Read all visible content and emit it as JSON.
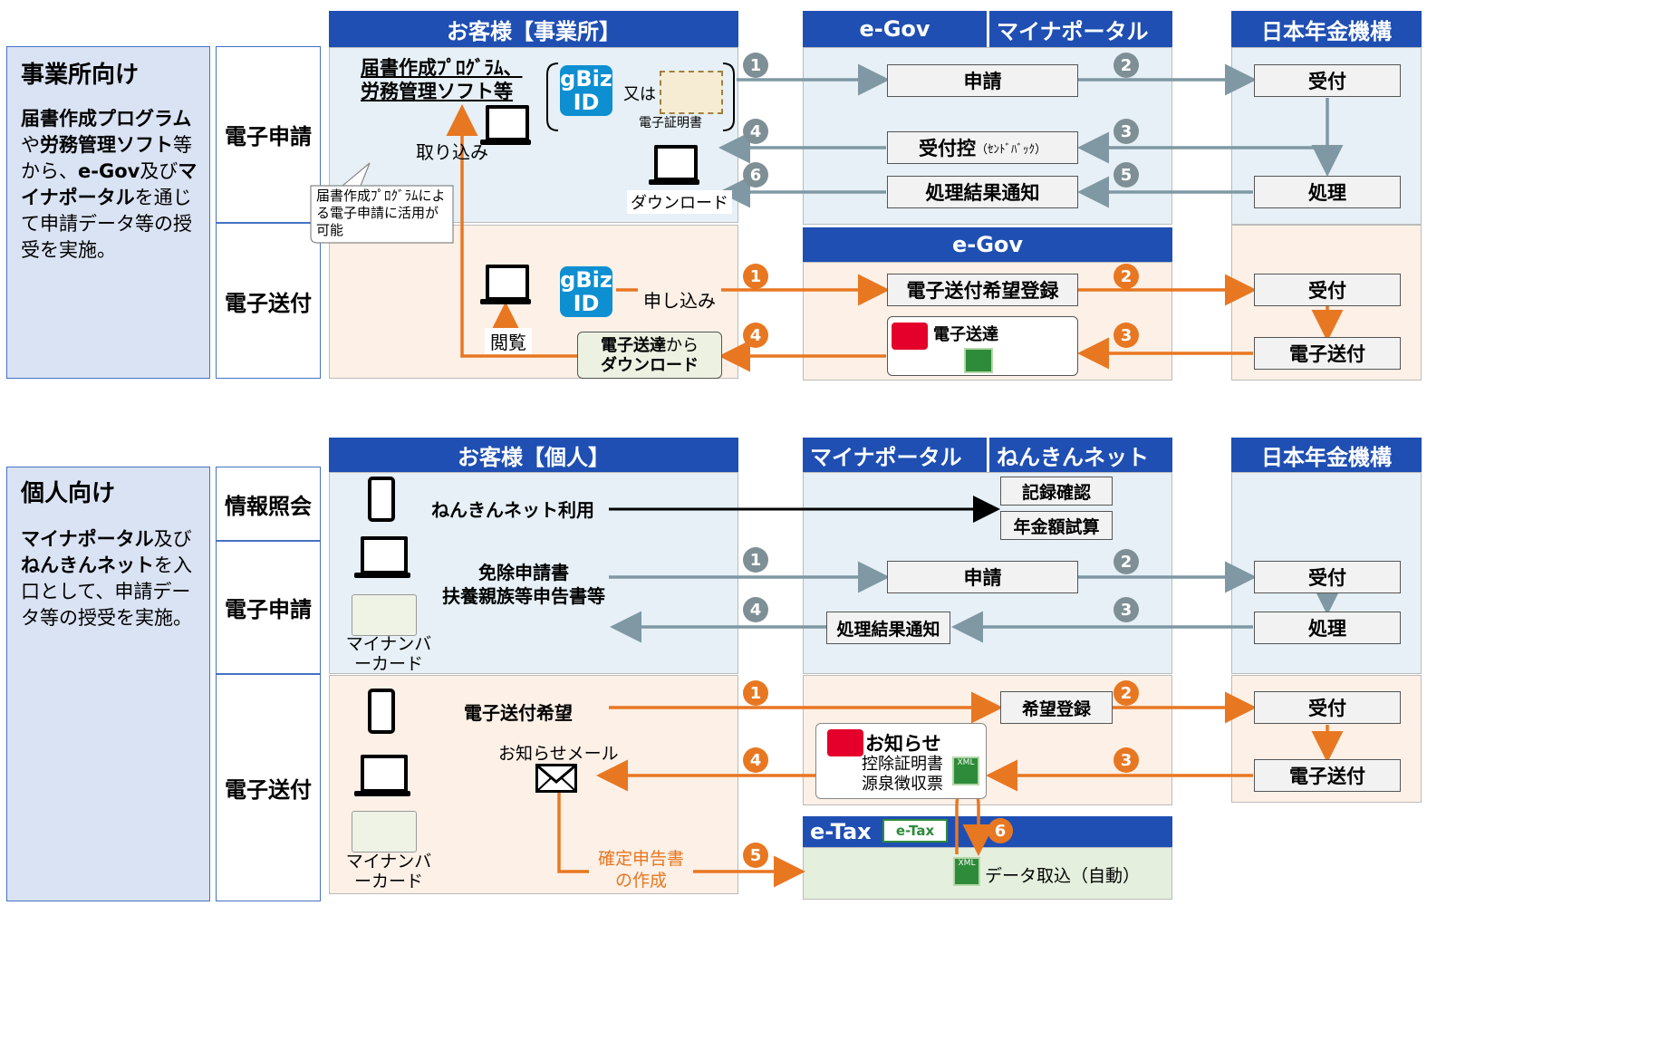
{
  "section1": {
    "side": {
      "title": "事業所向け",
      "body_b1": "届書作成プログラム",
      "body_t1": "や",
      "body_b2": "労務管理ソフト",
      "body_t2": "等から、",
      "body_b3": "e-Gov",
      "body_t3": "及び",
      "body_b4": "マイナポータル",
      "body_t4": "を通じて申請データ等の授受を実施。"
    },
    "rows": [
      "電子申請",
      "電子送付"
    ],
    "headers": {
      "customer": "お客様【事業所】",
      "egov": "e-Gov",
      "myna": "マイナポータル",
      "nenkin": "日本年金機構",
      "egov2": "e-Gov"
    },
    "customer": {
      "software_line1": "届書作成ﾌﾟﾛｸﾞﾗﾑ、",
      "software_line2": "労務管理ソフト等",
      "gbiz": "gBiz",
      "gbiz_id": "ID",
      "or": "又は",
      "cert_label": "電子証明書",
      "import": "取り込み",
      "download": "ダウンロード",
      "callout": "届書作成ﾌﾟﾛｸﾞﾗﾑによる電子申請に活用が可能",
      "apply": "申し込み",
      "view": "閲覧",
      "dl_box_b1": "電子送達",
      "dl_box_t1": "から",
      "dl_box_b2": "ダウンロード"
    },
    "egov_boxes": {
      "apply": "申請",
      "receipt_b": "受付控",
      "receipt_s": "（ｾﾝﾄﾞﾊﾞｯｸ）",
      "result": "処理結果通知",
      "reg": "電子送付希望登録",
      "delivery": "電子送達"
    },
    "nenkin_boxes": {
      "accept": "受付",
      "process": "処理",
      "accept2": "受付",
      "send": "電子送付"
    },
    "nums": {
      "n1": "1",
      "n2": "2",
      "n3": "3",
      "n4": "4",
      "n5": "5",
      "n6": "6"
    }
  },
  "section2": {
    "side": {
      "title": "個人向け",
      "body_b1": "マイナポータル",
      "body_t1": "及び",
      "body_b2": "ねんきんネット",
      "body_t2": "を入口として、申請データ等の授受を実施。"
    },
    "rows": [
      "情報照会",
      "電子申請",
      "電子送付"
    ],
    "headers": {
      "customer": "お客様【個人】",
      "myna": "マイナポータル",
      "nenkin_net": "ねんきんネット",
      "nenkin": "日本年金機構",
      "etax": "e-Tax"
    },
    "customer": {
      "use_net": "ねんきんネット利用",
      "apply_line1": "免除申請書",
      "apply_line2": "扶養親族等申告書等",
      "card1": "マイナンバーカード",
      "send_wish": "電子送付希望",
      "mail": "お知らせメール",
      "kakutei_line1": "確定申告書",
      "kakutei_line2": "の作成",
      "card2": "マイナンバーカード"
    },
    "mid_boxes": {
      "record": "記録確認",
      "estimate": "年金額試算",
      "apply": "申請",
      "result": "処理結果通知",
      "reg": "希望登録",
      "notice_title": "お知らせ",
      "notice_l1": "控除証明書",
      "notice_l2": "源泉徴収票",
      "data_import": "データ取込（自動）",
      "etax_logo": "e-Tax"
    },
    "nenkin_boxes": {
      "accept": "受付",
      "process": "処理",
      "accept2": "受付",
      "send": "電子送付"
    },
    "xml": "XML"
  },
  "colors": {
    "header": "#1f4fb3",
    "side": "#dae3f3",
    "blue_area": "#e6f0f6",
    "peach_area": "#fdf0e6",
    "green_area": "#e4efdd",
    "arrow_gray": "#7f98a3",
    "arrow_orange": "#e87722"
  }
}
